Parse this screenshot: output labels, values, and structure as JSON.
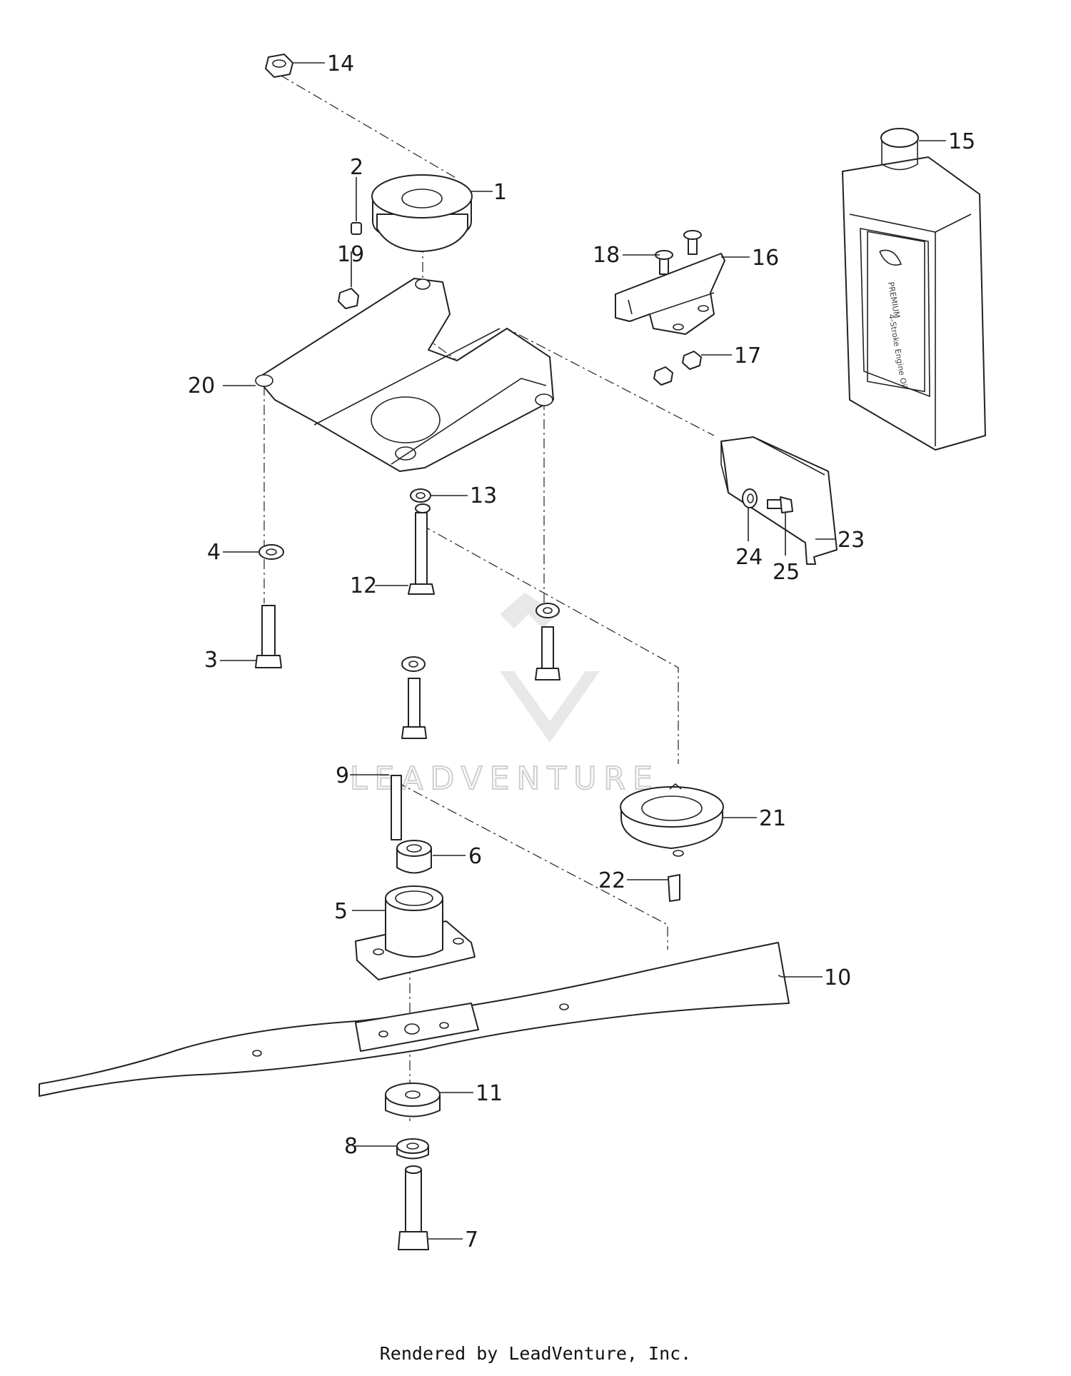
{
  "callouts": [
    "1",
    "2",
    "3",
    "4",
    "5",
    "6",
    "7",
    "8",
    "9",
    "10",
    "11",
    "12",
    "13",
    "14",
    "15",
    "16",
    "17",
    "18",
    "19",
    "20",
    "21",
    "22",
    "23",
    "24",
    "25"
  ],
  "watermark": {
    "text": "LEADVENTURE"
  },
  "footer": {
    "text": "Rendered by LeadVenture, Inc."
  }
}
